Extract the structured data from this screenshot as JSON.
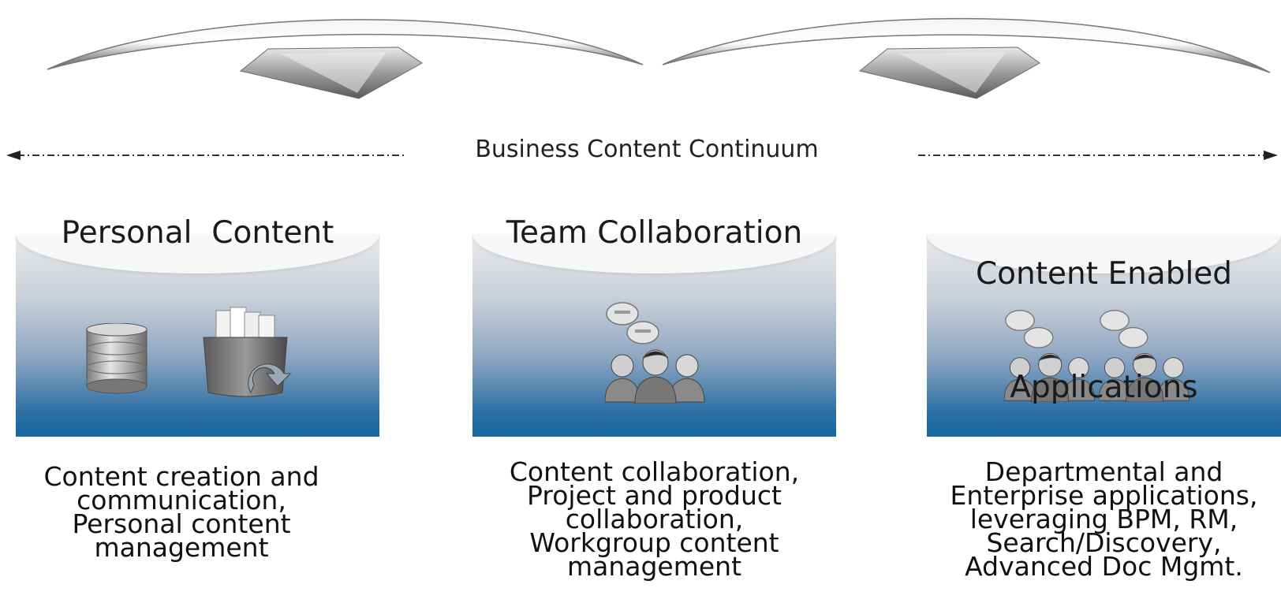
{
  "continuum": {
    "label": "Business Content Continuum"
  },
  "stages": [
    {
      "title": "Personal  Content",
      "icons": [
        "database-icon",
        "file-archive-icon"
      ],
      "description_lines": [
        "Content creation and",
        "communication,",
        "Personal content",
        "management"
      ]
    },
    {
      "title": "Team Collaboration",
      "icons": [
        "team-chat-icon"
      ],
      "description_lines": [
        "Content collaboration,",
        "Project and product",
        "collaboration,",
        "Workgroup content",
        "management"
      ]
    },
    {
      "title_lines": [
        "Content Enabled",
        "Applications"
      ],
      "icons": [
        "team-chat-icon",
        "team-chat-icon"
      ],
      "description_lines": [
        "Departmental and",
        "Enterprise applications,",
        "leveraging BPM, RM,",
        "Search/Discovery,",
        "Advanced Doc Mgmt."
      ]
    }
  ],
  "colors": {
    "panel_top": "#e9e9e9",
    "panel_bottom": "#1667a2",
    "arrow_gray": "#7a7a7a"
  }
}
